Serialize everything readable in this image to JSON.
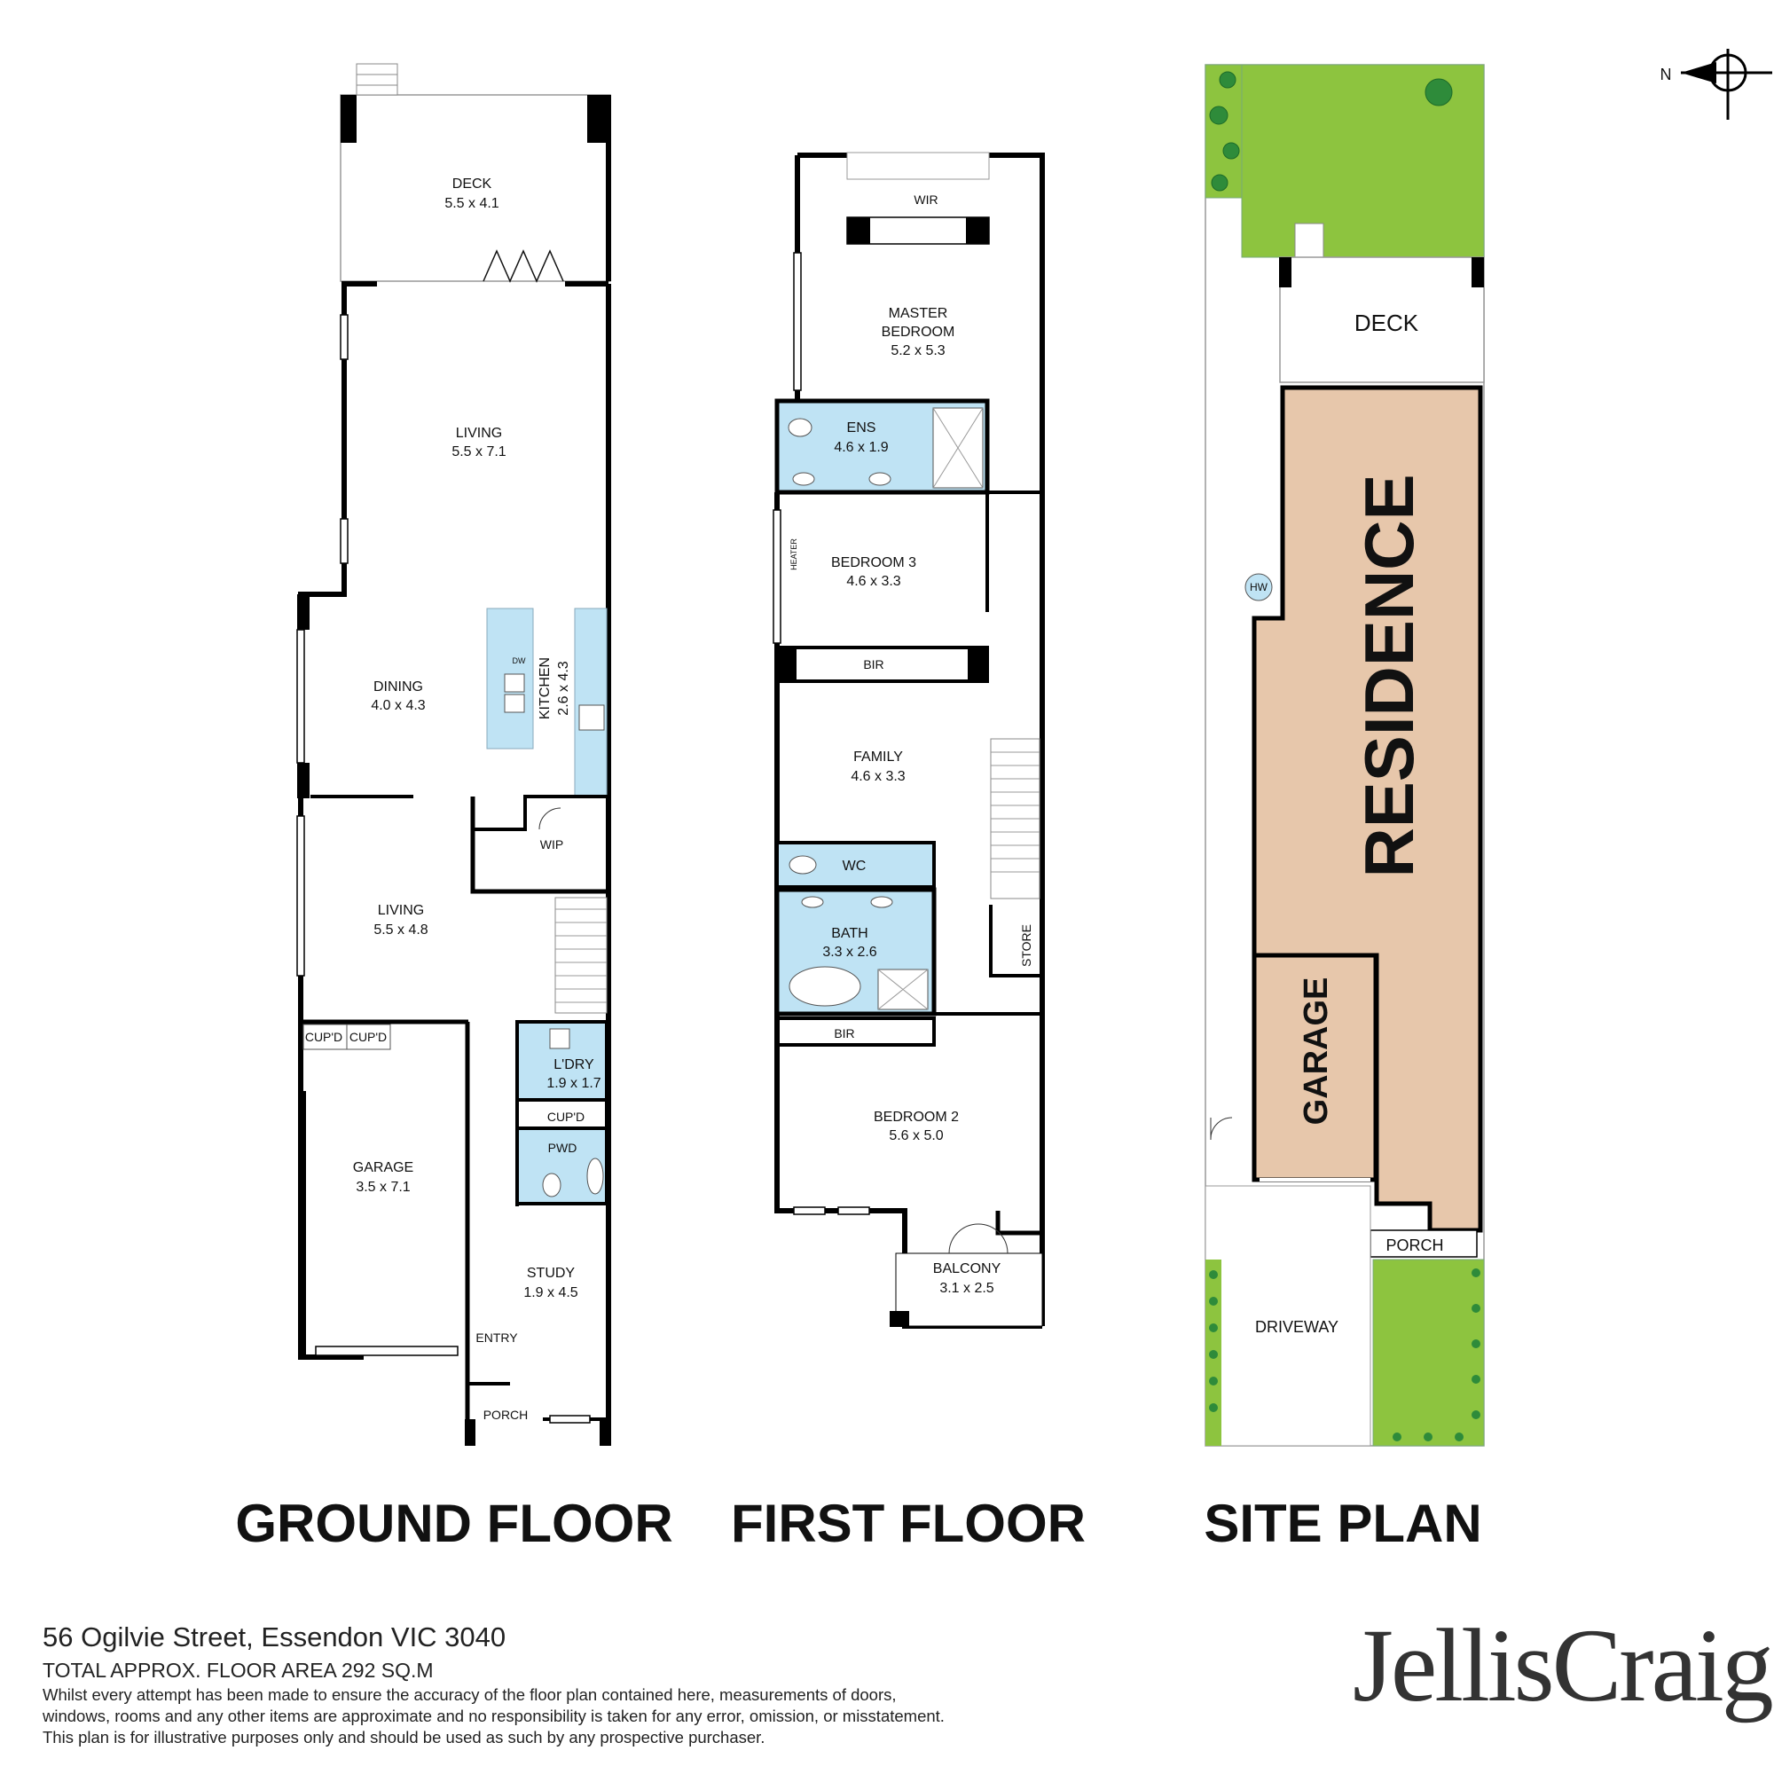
{
  "plans": {
    "ground_title": "GROUND FLOOR",
    "first_title": "FIRST FLOOR",
    "site_title": "SITE PLAN"
  },
  "ground": {
    "deck": {
      "name": "DECK",
      "dims": "5.5 x 4.1"
    },
    "living_upper": {
      "name": "LIVING",
      "dims": "5.5 x 7.1"
    },
    "dining": {
      "name": "DINING",
      "dims": "4.0 x 4.3"
    },
    "kitchen": {
      "name": "KITCHEN",
      "dims": "2.6 x 4.3"
    },
    "dw": "DW",
    "wip": "WIP",
    "living_lower": {
      "name": "LIVING",
      "dims": "5.5 x 4.8"
    },
    "cupd_left": "CUP'D",
    "cupd_right": "CUP'D",
    "garage": {
      "name": "GARAGE",
      "dims": "3.5 x 7.1"
    },
    "laundry": {
      "name": "L'DRY",
      "dims": "1.9 x 1.7"
    },
    "laundry_cupd": "CUP'D",
    "pwd": "PWD",
    "study": {
      "name": "STUDY",
      "dims": "1.9 x 4.5"
    },
    "entry": "ENTRY",
    "porch": "PORCH"
  },
  "first": {
    "wir": "WIR",
    "master": {
      "name_line1": "MASTER",
      "name_line2": "BEDROOM",
      "dims": "5.2 x 5.3"
    },
    "ens": {
      "name": "ENS",
      "dims": "4.6 x 1.9"
    },
    "bedroom3": {
      "name": "BEDROOM 3",
      "dims": "4.6 x 3.3"
    },
    "heater": "HEATER",
    "bir_upper": "BIR",
    "family": {
      "name": "FAMILY",
      "dims": "4.6 x 3.3"
    },
    "wc": "WC",
    "bath": {
      "name": "BATH",
      "dims": "3.3 x 2.6"
    },
    "store": "STORE",
    "bir_lower": "BIR",
    "bedroom2": {
      "name": "BEDROOM 2",
      "dims": "5.6 x 5.0"
    },
    "balcony": {
      "name": "BALCONY",
      "dims": "3.1 x 2.5"
    }
  },
  "site": {
    "deck": "DECK",
    "residence": "RESIDENCE",
    "hw": "HW",
    "garage": "GARAGE",
    "porch": "PORCH",
    "driveway": "DRIVEWAY",
    "north": "N"
  },
  "colors": {
    "wet_area": "#bfe3f4",
    "residence": "#e7c7ab",
    "lawn": "#8dc43f",
    "wall": "#000000"
  },
  "footer": {
    "address": "56 Ogilvie Street, Essendon VIC 3040",
    "area": "TOTAL APPROX. FLOOR AREA 292 SQ.M",
    "disclaimer_1": "Whilst every attempt has been made to ensure the accuracy of the floor plan contained here, measurements of doors,",
    "disclaimer_2": "windows, rooms and any other items are approximate and no responsibility is taken for any error, omission, or misstatement.",
    "disclaimer_3": "This plan is for illustrative purposes only and should be used as such by any prospective purchaser.",
    "brand": "JellisCraig"
  }
}
